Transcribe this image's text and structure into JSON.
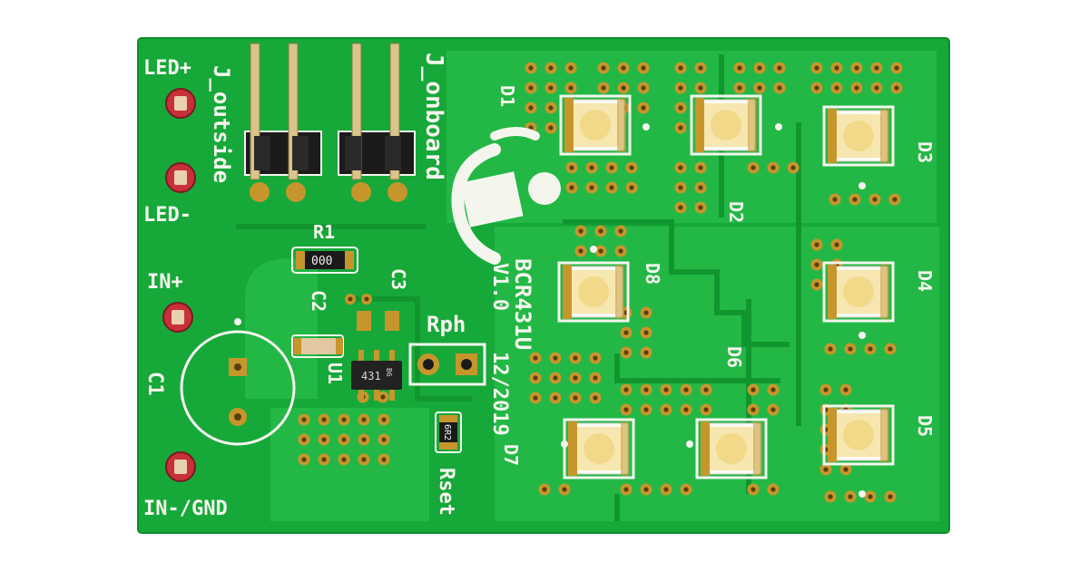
{
  "colors": {
    "background": "#ffffff",
    "board": "#17a83a",
    "board_edge": "#0f8a2c",
    "copper_pour": "#23b845",
    "silkscreen": "#f4f6ee",
    "pad_gold": "#c6962c",
    "via_hole": "#5a3f12",
    "terminal_red": "#c8303a",
    "led_face": "#f6e7b0",
    "header_black": "#1b1b1b",
    "pin_gold": "#d9c58a"
  },
  "labels": {
    "led_plus": "LED+",
    "led_minus": "LED-",
    "in_plus": "IN+",
    "in_gnd": "IN-/GND",
    "j_outside": "J_outside",
    "j_onboard": "J_onboard",
    "r1": "R1",
    "r1_code": "000",
    "c1": "C1",
    "c2": "C2",
    "c3": "C3",
    "u1": "U1",
    "u1_code": "431",
    "u1_sub": "B6",
    "rph": "Rph",
    "rset": "Rset",
    "rset_code": "6R2",
    "part_number": "BCR431U",
    "version": "V1.0",
    "date": "12/2019",
    "d1": "D1",
    "d2": "D2",
    "d3": "D3",
    "d4": "D4",
    "d5": "D5",
    "d6": "D6",
    "d7": "D7",
    "d8": "D8"
  },
  "icons": {
    "logo": "infineon-logo-icon",
    "terminal": "test-terminal-icon",
    "led": "smd-led-icon",
    "header": "pin-header-icon"
  }
}
